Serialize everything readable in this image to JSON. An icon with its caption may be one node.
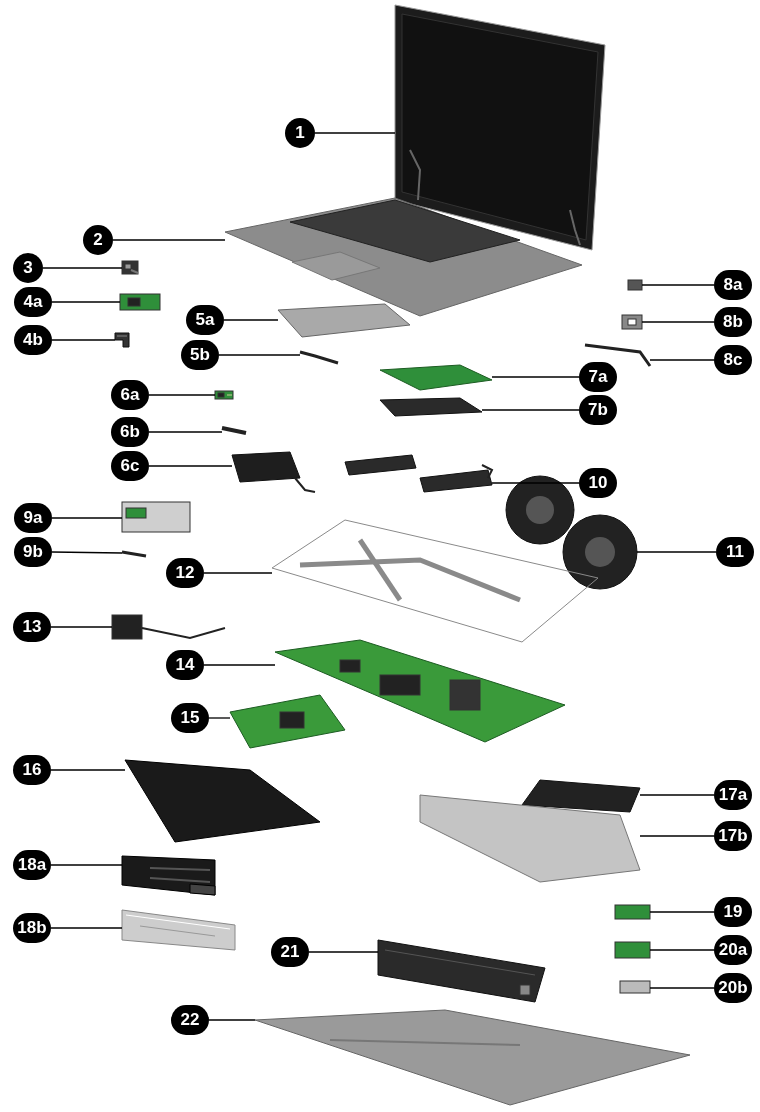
{
  "diagram": {
    "nodes": [
      {
        "text": [
          "1"
        ]
      },
      {
        "text": [
          "2"
        ]
      },
      {
        "text": [
          "3"
        ]
      },
      {
        "text": [
          "4a"
        ]
      },
      {
        "text": [
          "8a"
        ]
      },
      {
        "text": [
          "5a"
        ]
      },
      {
        "text": [
          "8b"
        ]
      },
      {
        "text": [
          "4b"
        ]
      },
      {
        "text": [
          "5b"
        ]
      },
      {
        "text": [
          "8c"
        ]
      },
      {
        "text": [
          "7a"
        ]
      },
      {
        "text": [
          "6a"
        ]
      },
      {
        "text": [
          "7b"
        ]
      },
      {
        "text": [
          "6b"
        ]
      },
      {
        "text": [
          "6c"
        ]
      },
      {
        "text": [
          "10"
        ]
      },
      {
        "text": [
          "9a"
        ]
      },
      {
        "text": [
          "11"
        ]
      },
      {
        "text": [
          "9b"
        ]
      },
      {
        "text": [
          "12"
        ]
      },
      {
        "text": [
          "13"
        ]
      },
      {
        "text": [
          "14"
        ]
      },
      {
        "text": [
          "15"
        ]
      },
      {
        "text": [
          "16"
        ]
      },
      {
        "text": [
          "17a"
        ]
      },
      {
        "text": [
          "17b"
        ]
      },
      {
        "text": [
          "18a"
        ]
      },
      {
        "text": [
          "18b"
        ]
      },
      {
        "text": [
          "19"
        ]
      },
      {
        "text": [
          "21"
        ]
      },
      {
        "text": [
          "20a"
        ]
      },
      {
        "text": [
          "20b"
        ]
      },
      {
        "text": [
          "22"
        ]
      },
      {
        "text": [],
        "shape": "picture"
      },
      {
        "text": [],
        "shape": "picture"
      },
      {
        "text": [],
        "shape": "picture"
      },
      {
        "text": [],
        "shape": "picture"
      },
      {
        "text": [],
        "shape": "picture"
      },
      {
        "text": [],
        "shape": "picture"
      },
      {
        "text": [],
        "shape": "picture"
      },
      {
        "text": [],
        "shape": "picture"
      },
      {
        "text": [],
        "shape": "picture"
      },
      {
        "text": [],
        "shape": "picture"
      },
      {
        "text": [],
        "shape": "picture"
      },
      {
        "text": [],
        "shape": "picture"
      },
      {
        "text": [],
        "shape": "picture"
      },
      {
        "text": [],
        "shape": "picture"
      },
      {
        "text": [],
        "shape": "picture"
      },
      {
        "text": [],
        "shape": "picture"
      },
      {
        "text": [],
        "shape": "picture"
      },
      {
        "text": [],
        "shape": "picture"
      },
      {
        "text": [],
        "shape": "picture"
      },
      {
        "text": [],
        "shape": "picture"
      },
      {
        "text": [],
        "shape": "picture"
      },
      {
        "text": [],
        "shape": "picture"
      },
      {
        "text": [],
        "shape": "picture"
      },
      {
        "text": [],
        "shape": "picture"
      },
      {
        "text": [],
        "shape": "picture"
      },
      {
        "text": [],
        "shape": "picture"
      },
      {
        "text": [],
        "shape": "picture"
      },
      {
        "text": [],
        "shape": "picture"
      },
      {
        "text": [],
        "shape": "picture"
      },
      {
        "text": [],
        "shape": "picture"
      },
      {
        "text": [],
        "shape": "picture"
      },
      {
        "text": [],
        "shape": "picture"
      },
      {
        "text": [],
        "shape": "picture"
      }
    ],
    "edges": [
      {
        "from": 0,
        "to": 33,
        "arrow": "none"
      },
      {
        "from": 1,
        "to": 34,
        "arrow": "none"
      },
      {
        "from": 2,
        "to": 35,
        "arrow": "none"
      },
      {
        "from": 3,
        "to": 36,
        "arrow": "none"
      },
      {
        "from": 4,
        "to": 37,
        "arrow": "none"
      },
      {
        "from": 5,
        "to": 38,
        "arrow": "none"
      },
      {
        "from": 6,
        "to": 39,
        "arrow": "none"
      },
      {
        "from": 7,
        "to": 40,
        "arrow": "none"
      },
      {
        "from": 8,
        "to": 41,
        "arrow": "none"
      },
      {
        "from": 9,
        "to": 42,
        "arrow": "none"
      },
      {
        "from": 10,
        "to": 43,
        "arrow": "none"
      },
      {
        "from": 11,
        "to": 44,
        "arrow": "none"
      },
      {
        "from": 12,
        "to": 45,
        "arrow": "none"
      },
      {
        "from": 13,
        "to": 46,
        "arrow": "none"
      },
      {
        "from": 14,
        "to": 47,
        "arrow": "none"
      },
      {
        "from": 15,
        "to": 48,
        "arrow": "none"
      },
      {
        "from": 16,
        "to": 49,
        "arrow": "none"
      },
      {
        "from": 17,
        "to": 50,
        "arrow": "none"
      },
      {
        "from": 18,
        "to": 51,
        "arrow": "none"
      },
      {
        "from": 19,
        "to": 52,
        "arrow": "none"
      },
      {
        "from": 20,
        "to": 53,
        "arrow": "none"
      },
      {
        "from": 21,
        "to": 54,
        "arrow": "none"
      },
      {
        "from": 22,
        "to": 55,
        "arrow": "none"
      },
      {
        "from": 23,
        "to": 56,
        "arrow": "none"
      },
      {
        "from": 24,
        "to": 57,
        "arrow": "none"
      },
      {
        "from": 25,
        "to": 58,
        "arrow": "none"
      },
      {
        "from": 26,
        "to": 59,
        "arrow": "none"
      },
      {
        "from": 27,
        "to": 60,
        "arrow": "none"
      },
      {
        "from": 28,
        "to": 61,
        "arrow": "none"
      },
      {
        "from": 29,
        "to": 62,
        "arrow": "none"
      },
      {
        "from": 30,
        "to": 63,
        "arrow": "none"
      },
      {
        "from": 31,
        "to": 64,
        "arrow": "none"
      },
      {
        "from": 32,
        "to": 65,
        "arrow": "none"
      }
    ]
  }
}
